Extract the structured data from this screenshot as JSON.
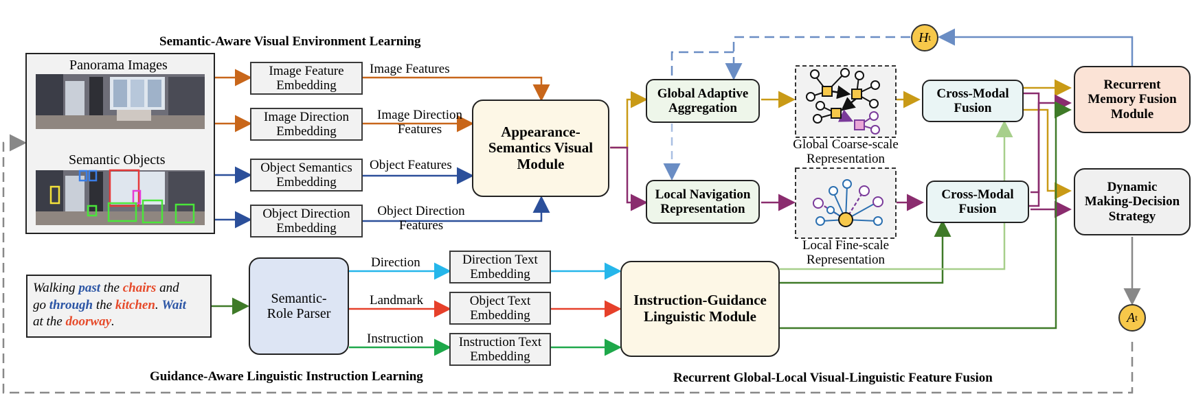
{
  "titles": {
    "visual": "Semantic-Aware Visual Environment Learning",
    "linguistic": "Guidance-Aware Linguistic Instruction Learning",
    "fusion": "Recurrent Global-Local Visual-Linguistic Feature Fusion"
  },
  "inputs": {
    "panorama": "Panorama Images",
    "semantic_objects": "Semantic Objects"
  },
  "embeddings": {
    "image_feature": "Image Feature Embedding",
    "image_direction": "Image Direction Embedding",
    "object_semantics": "Object Semantics Embedding",
    "object_direction": "Object Direction Embedding",
    "direction_text": "Direction Text Embedding",
    "object_text": "Object Text Embedding",
    "instruction_text": "Instruction Text Embedding"
  },
  "edge_labels": {
    "image_features": "Image Features",
    "image_direction_features": "Image Direction Features",
    "object_features": "Object Features",
    "object_direction_features": "Object Direction Features",
    "direction": "Direction",
    "landmark": "Landmark",
    "instruction": "Instruction"
  },
  "modules": {
    "appearance": "Appearance-Semantics Visual Module",
    "global_agg": "Global Adaptive Aggregation",
    "local_nav": "Local Navigation Representation",
    "global_repr": "Global Coarse-scale Representation",
    "local_repr": "Local Fine-scale Representation",
    "cross_modal_1": "Cross-Modal Fusion",
    "cross_modal_2": "Cross-Modal Fusion",
    "memory": "Recurrent Memory Fusion Module",
    "decision": "Dynamic Making-Decision Strategy",
    "parser": "Semantic-Role Parser",
    "instruction_module": "Instruction-Guidance Linguistic Module"
  },
  "symbols": {
    "h_base": "H",
    "h_sub": "t",
    "a_base": "A",
    "a_sub": "t"
  },
  "instruction_text": {
    "w1": "Walking ",
    "w2": "past",
    "w3": " the ",
    "w4": "chairs",
    "w5": " and",
    "w6": "go ",
    "w7": "through",
    "w8": " the ",
    "w9": "kitchen",
    "w10": ". ",
    "w11": "Wait",
    "w12": "at the ",
    "w13": "doorway",
    "w14": "."
  },
  "colors": {
    "orange": "#c8661a",
    "blue": "#2b4f9a",
    "purple": "#8a2c6e",
    "gold": "#c99a16",
    "green": "#3f7a28",
    "lightgreen": "#a7cf8b",
    "cyan": "#25b6ea",
    "red": "#e6402a",
    "brightgreen": "#1ea84a",
    "gray": "#888888",
    "dashblue": "#6a8dc4"
  }
}
